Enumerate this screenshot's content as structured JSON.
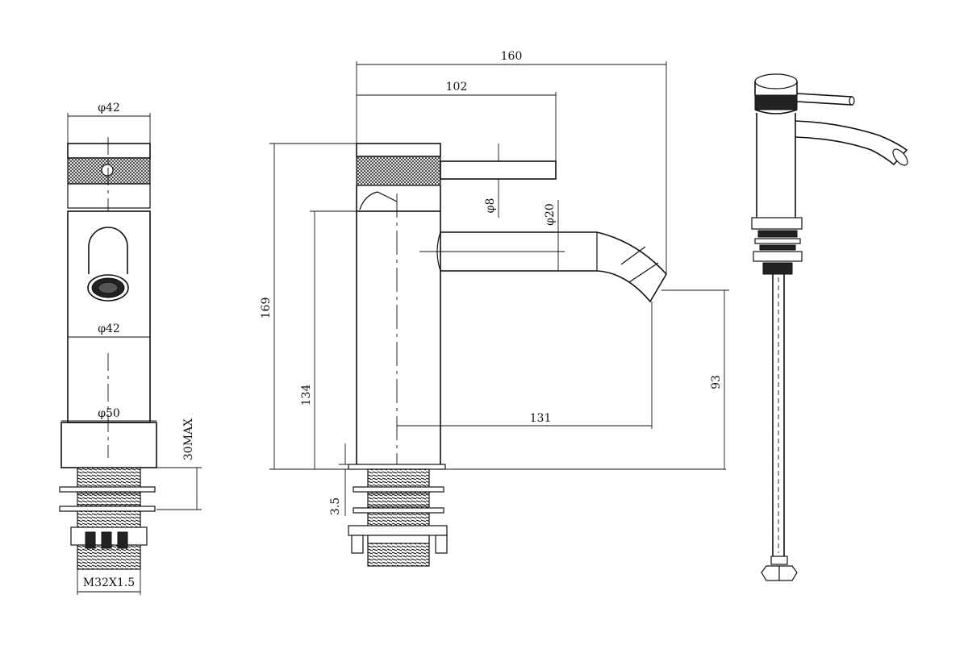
{
  "dimensions": {
    "side_top_diameter": "φ42",
    "side_mid_diameter": "φ42",
    "side_base_diameter": "φ50",
    "side_deck_max": "30MAX",
    "side_thread": "M32X1.5",
    "front_total_reach": "160",
    "front_handle_reach": "102",
    "front_handle_diameter": "φ8",
    "front_spout_diameter": "φ20",
    "front_total_height": "169",
    "front_body_height": "134",
    "front_spout_reach": "131",
    "front_spout_height": "93",
    "front_base_offset": "3.5"
  },
  "colors": {
    "line": "#111111",
    "background": "#ffffff"
  }
}
